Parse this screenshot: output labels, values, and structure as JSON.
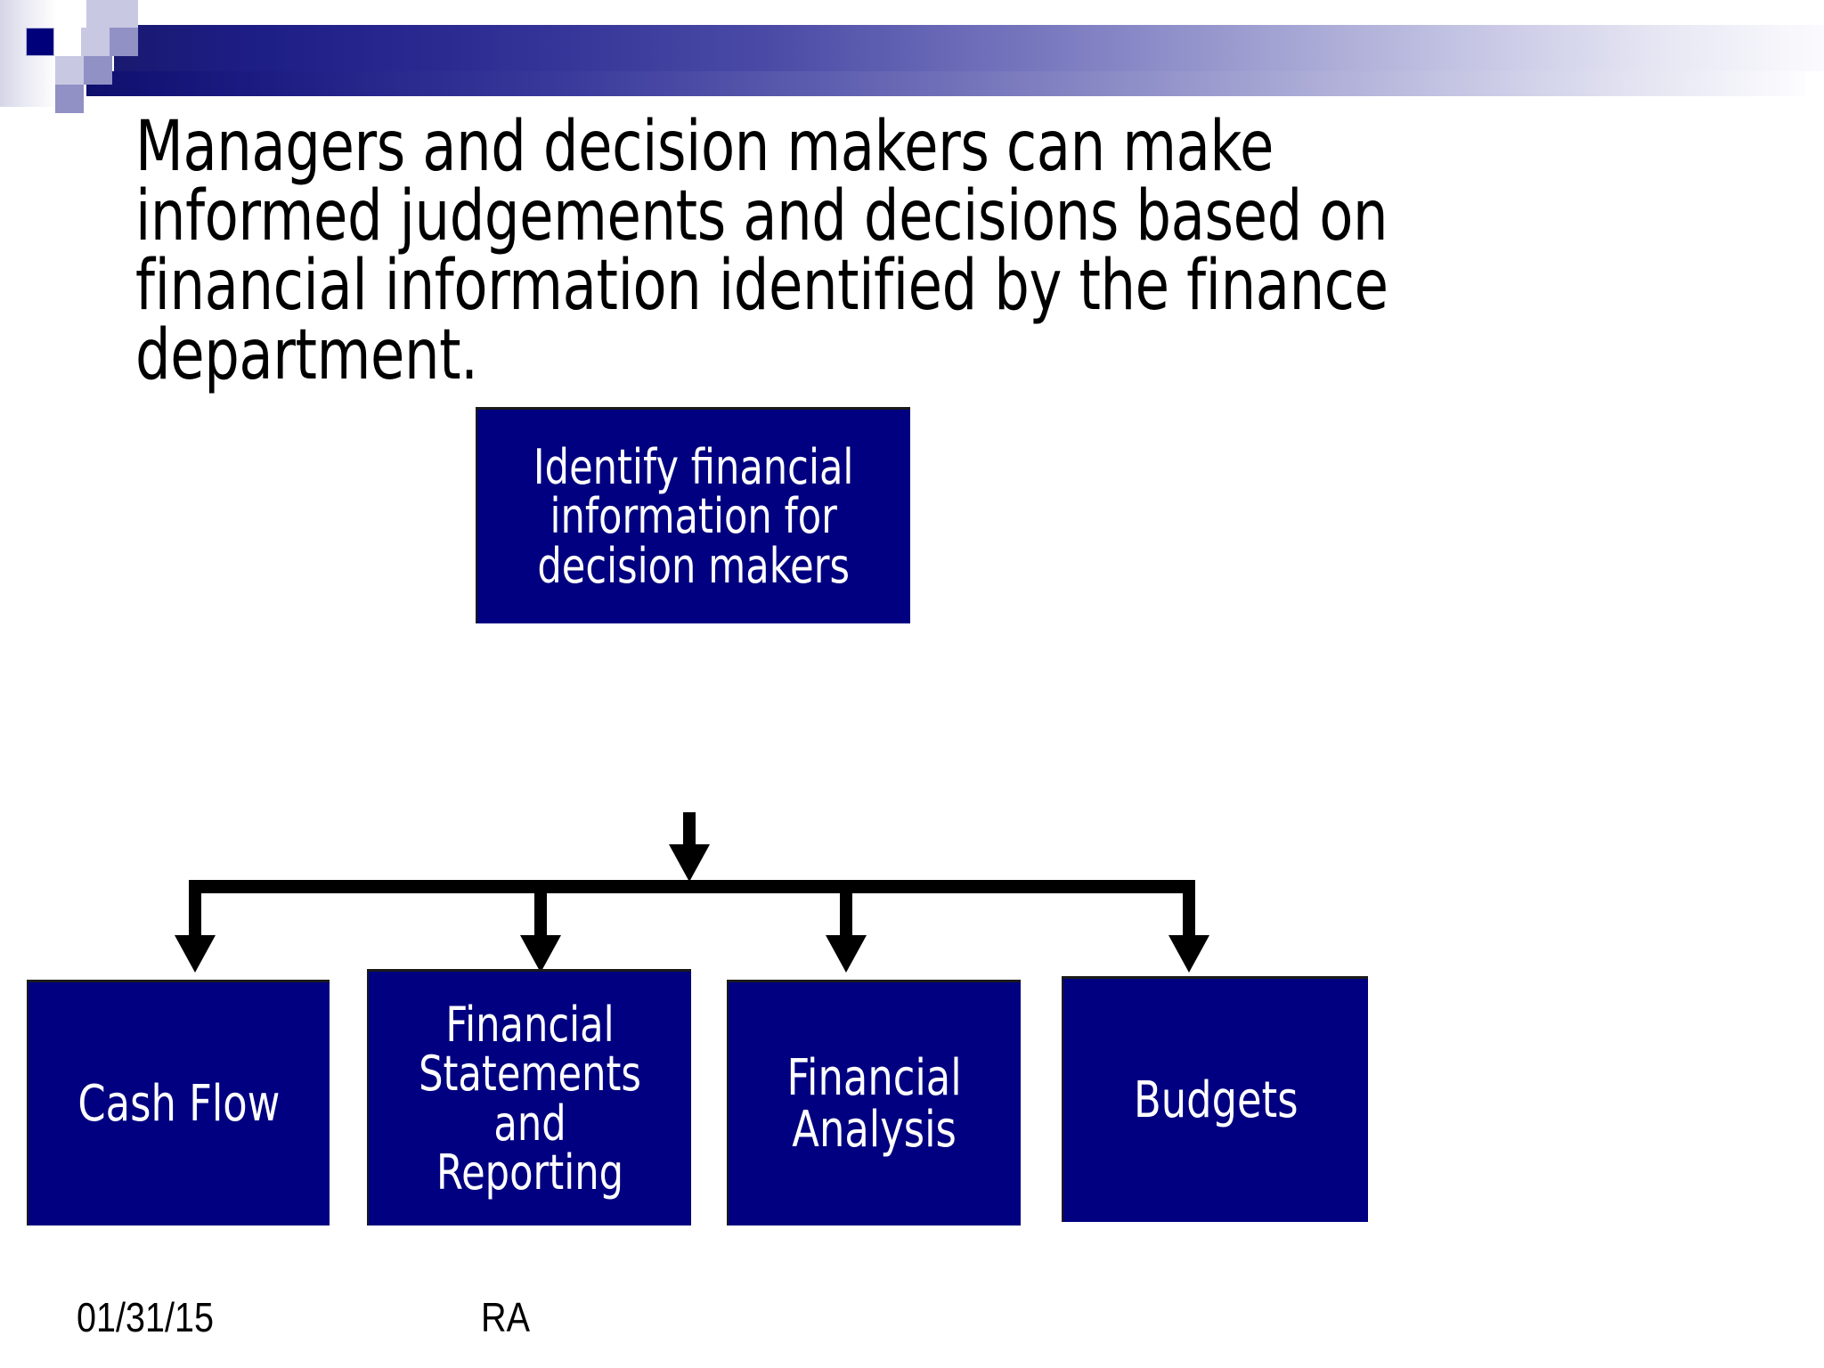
{
  "slide": {
    "body_text": "Managers and decision makers can make informed judgements and decisions based on financial information identified by the finance department."
  },
  "decor": {
    "navy_square": "navy-square",
    "light_squares": "light-square",
    "mid_squares": "mid-square",
    "header_gradient_start": "#191970",
    "header_gradient_end": "#ffffff"
  },
  "diagram": {
    "box_fill": "#000080",
    "box_text_color": "#ffffff",
    "root": {
      "label": "Identify financial\ninformation for\ndecision makers"
    },
    "children": [
      {
        "label": "Cash Flow"
      },
      {
        "label": "Financial\nStatements\nand Reporting"
      },
      {
        "label": "Financial\nAnalysis"
      },
      {
        "label": "Budgets"
      }
    ]
  },
  "footer": {
    "date": "01/31/15",
    "author": "RA"
  }
}
